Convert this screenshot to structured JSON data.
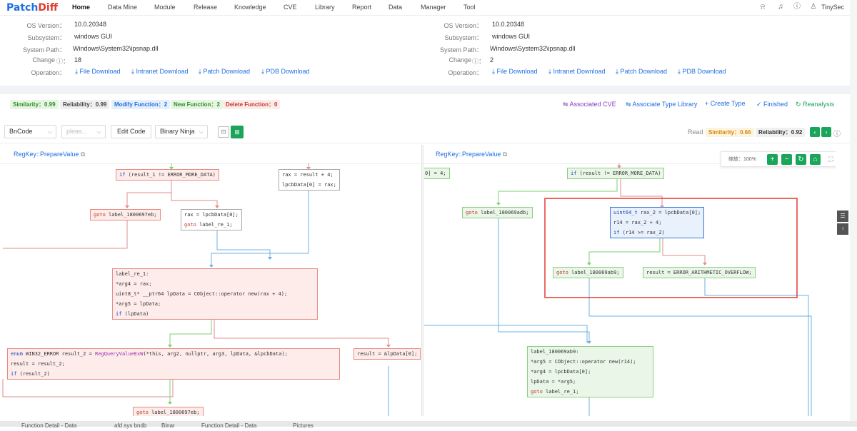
{
  "nav": {
    "logo": "PatchDiff",
    "items": [
      "Home",
      "Data Mine",
      "Module",
      "Release",
      "Knowledge",
      "CVE",
      "Library",
      "Report",
      "Data",
      "Manager",
      "Tool"
    ],
    "user": "TinySec"
  },
  "left_info": {
    "os_label": "OS Version：",
    "os": "10.0.20348",
    "sub_label": "Subsystem：",
    "sub": "windows GUI",
    "path_label": "System Path：",
    "path": "Windows\\System32\\ipsnap.dll",
    "change_label": "Change",
    "change": "18",
    "op_label": "Operation："
  },
  "right_info": {
    "os_label": "OS Version：",
    "os": "10.0.20348",
    "sub_label": "Subsystem：",
    "sub": "windows GUI",
    "path_label": "System Path：",
    "path": "Windows\\System32\\ipsnap.dll",
    "change_label": "Change",
    "change": "2",
    "op_label": "Operation："
  },
  "ops": [
    "File Download",
    "Intranet Download",
    "Patch Download",
    "PDB Download"
  ],
  "stats": {
    "similarity": "Similarity：0.99",
    "reliability": "Reliability：0.99",
    "modify": "Modify Function：2",
    "new": "New Function：2",
    "delete": "Delete Function：0"
  },
  "actions": {
    "cve": "Associated CVE",
    "type_lib": "Associate Type Library",
    "create": "Create Type",
    "finished": "Finished",
    "reanalysis": "Reanalysis"
  },
  "toolbar": {
    "bncode": "BnCode",
    "placeholder": "pleas...",
    "edit": "Edit Code",
    "ninja": "Binary Ninja",
    "read": "Read",
    "similarity": "Similarity：0.66",
    "reliability": "Reliability：0.92"
  },
  "left_pane": {
    "func": "RegKey::PrepareValue"
  },
  "right_pane": {
    "func": "RegKey::PrepareValue",
    "zoom": "缩放：100%"
  },
  "tabs": [
    "Function Detail - Data",
    "afd.sys bndb",
    "Binar",
    "Function Detail - Data",
    "Pictures"
  ],
  "colors": {
    "primary": "#1f6fe0",
    "green": "#1aa55a",
    "red": "#e03c31"
  }
}
